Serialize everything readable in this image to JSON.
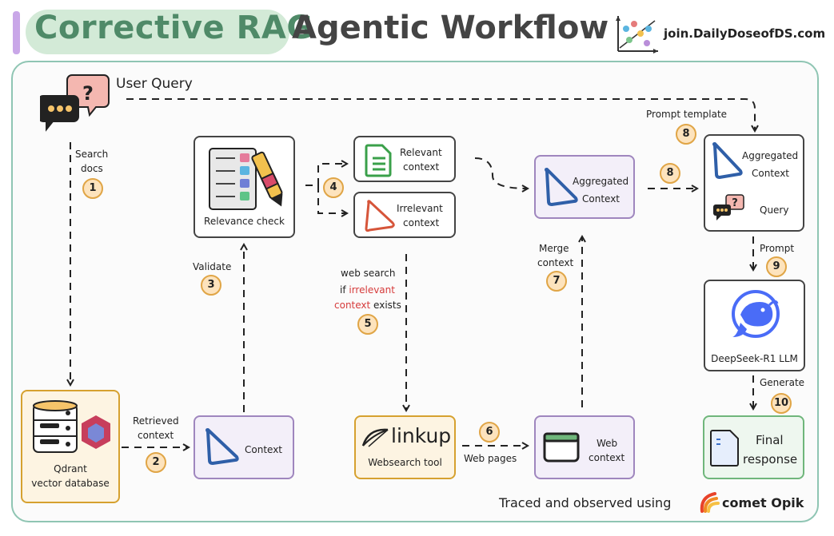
{
  "header": {
    "title_highlight": "Corrective RAG",
    "title_rest": "Agentic Workflow",
    "brand": "join.DailyDoseofDS.com"
  },
  "nodes": {
    "user_query": "User Query",
    "qdrant_line1": "Qdrant",
    "qdrant_line2": "vector database",
    "context": "Context",
    "relevance_check": "Relevance check",
    "relevant_line1": "Relevant",
    "relevant_line2": "context",
    "irrelevant_line1": "Irrelevant",
    "irrelevant_line2": "context",
    "linkup_logo": "linkup",
    "linkup_caption": "Websearch tool",
    "web_context_line1": "Web",
    "web_context_line2": "context",
    "aggregated_line1": "Aggregated",
    "aggregated_line2": "Context",
    "final_agg_line1": "Aggregated",
    "final_agg_line2": "Context",
    "final_query": "Query",
    "deepseek": "DeepSeek-R1 LLM",
    "final_line1": "Final",
    "final_line2": "response"
  },
  "edges": {
    "search_docs_1": "Search",
    "search_docs_2": "docs",
    "retrieved_1": "Retrieved",
    "retrieved_2": "context",
    "validate": "Validate",
    "websearch_1": "web search",
    "websearch_2_pre": "if ",
    "websearch_2_red": "irrelevant",
    "websearch_3_red": "context",
    "websearch_3_post": " exists",
    "web_pages": "Web pages",
    "merge_1": "Merge",
    "merge_2": "context",
    "prompt_template": "Prompt template",
    "prompt": "Prompt",
    "generate": "Generate"
  },
  "steps": [
    "1",
    "2",
    "3",
    "4",
    "5",
    "6",
    "7",
    "8",
    "8",
    "9",
    "10"
  ],
  "footer": {
    "traced": "Traced and observed using",
    "opik": "comet Opik"
  },
  "colors": {
    "frame": "#8fc5b3",
    "purple_border": "#9f86be",
    "orange_border": "#d6a12f",
    "green_border": "#6fb67b",
    "step_fill": "#fde3bd",
    "accent_red": "#d63b3b",
    "title_green": "#4f8a68"
  }
}
